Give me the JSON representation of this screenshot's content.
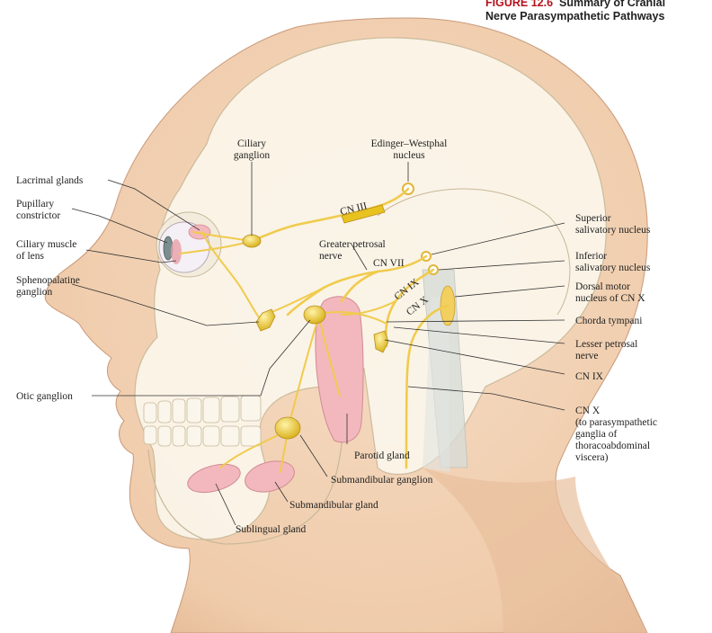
{
  "figure": {
    "number": "FIGURE 12.6",
    "title_line1": "Summary of Cranial",
    "title_line2": "Nerve Parasympathetic Pathways"
  },
  "labels": {
    "ciliary_ganglion_1": "Ciliary",
    "ciliary_ganglion_2": "ganglion",
    "edinger_1": "Edinger–Westphal",
    "edinger_2": "nucleus",
    "lacrimal": "Lacrimal glands",
    "pupillary_1": "Pupillary",
    "pupillary_2": "constrictor",
    "ciliary_muscle_1": "Ciliary muscle",
    "ciliary_muscle_2": "of lens",
    "spheno_1": "Sphenopalatine",
    "spheno_2": "ganglion",
    "otic": "Otic ganglion",
    "cn3": "CN III",
    "greater_1": "Greater petrosal",
    "greater_2": "nerve",
    "cn7": "CN VII",
    "cn9_inner": "CN IX",
    "cn10_inner": "CN X",
    "superior_1": "Superior",
    "superior_2": "salivatory nucleus",
    "inferior_1": "Inferior",
    "inferior_2": "salivatory nucleus",
    "dorsal_1": "Dorsal motor",
    "dorsal_2": "nucleus of CN X",
    "chorda": "Chorda tympani",
    "lesser_1": "Lesser petrosal",
    "lesser_2": "nerve",
    "cn9": "CN IX",
    "cn10_1": "CN X",
    "cn10_2": "(to parasympathetic",
    "cn10_3": "ganglia of",
    "cn10_4": "thoracoabdominal",
    "cn10_5": "viscera)",
    "parotid": "Parotid gland",
    "submand_ganglion": "Submandibular ganglion",
    "submand_gland": "Submandibular gland",
    "sublingual": "Sublingual gland"
  },
  "colors": {
    "skin": "#f1d2b6",
    "skin_shadow": "#d9ae8c",
    "skull": "#faf5e8",
    "skull_line": "#c9b89a",
    "nerve": "#f0cb4c",
    "ganglion": "#e8c21f",
    "gland": "#f2b8bd",
    "caption_accent": "#b5121b"
  }
}
